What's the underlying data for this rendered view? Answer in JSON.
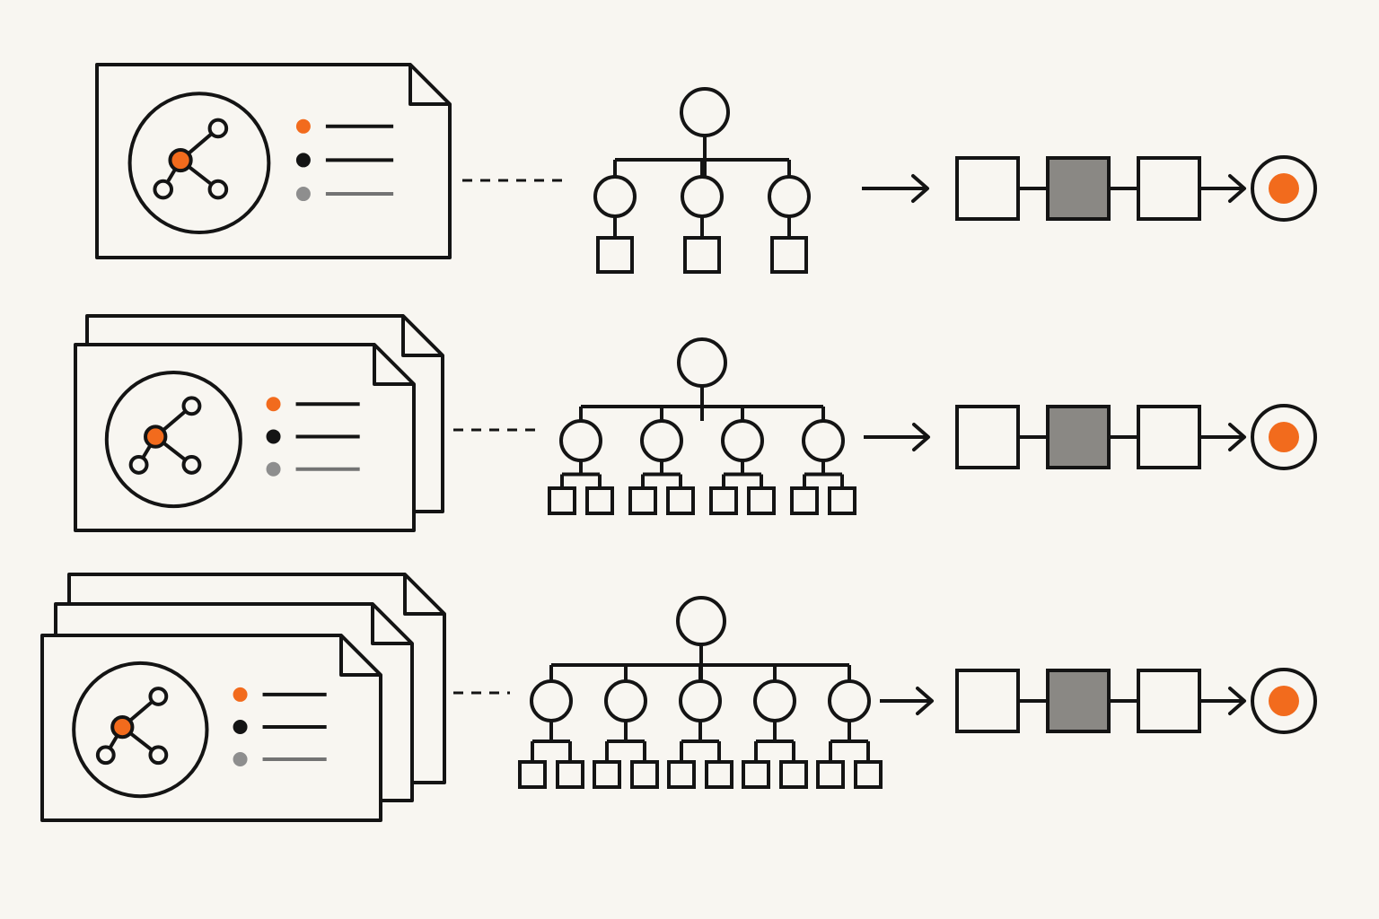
{
  "colors": {
    "background": "#f8f6f1",
    "ink": "#141414",
    "accent": "#f26b1d",
    "gray_fill": "#8a8884",
    "gray_dot": "#8e8e8e",
    "gray_line": "#737373",
    "paper": "#f8f6f1"
  },
  "rows": [
    {
      "document_stack_count": 1,
      "doc_icon": "network-graph-icon",
      "doc_bullets": [
        "accent",
        "ink",
        "gray"
      ],
      "tree_children": 3,
      "tree_leaves_per_child": 1,
      "pipeline": [
        "empty",
        "filled",
        "empty",
        "target"
      ]
    },
    {
      "document_stack_count": 2,
      "doc_icon": "network-graph-icon",
      "doc_bullets": [
        "accent",
        "ink",
        "gray"
      ],
      "tree_children": 4,
      "tree_leaves_per_child": 2,
      "pipeline": [
        "empty",
        "filled",
        "empty",
        "target"
      ]
    },
    {
      "document_stack_count": 3,
      "doc_icon": "network-graph-icon",
      "doc_bullets": [
        "accent",
        "ink",
        "gray"
      ],
      "tree_children": 5,
      "tree_leaves_per_child": 2,
      "pipeline": [
        "empty",
        "filled",
        "empty",
        "target"
      ]
    }
  ]
}
